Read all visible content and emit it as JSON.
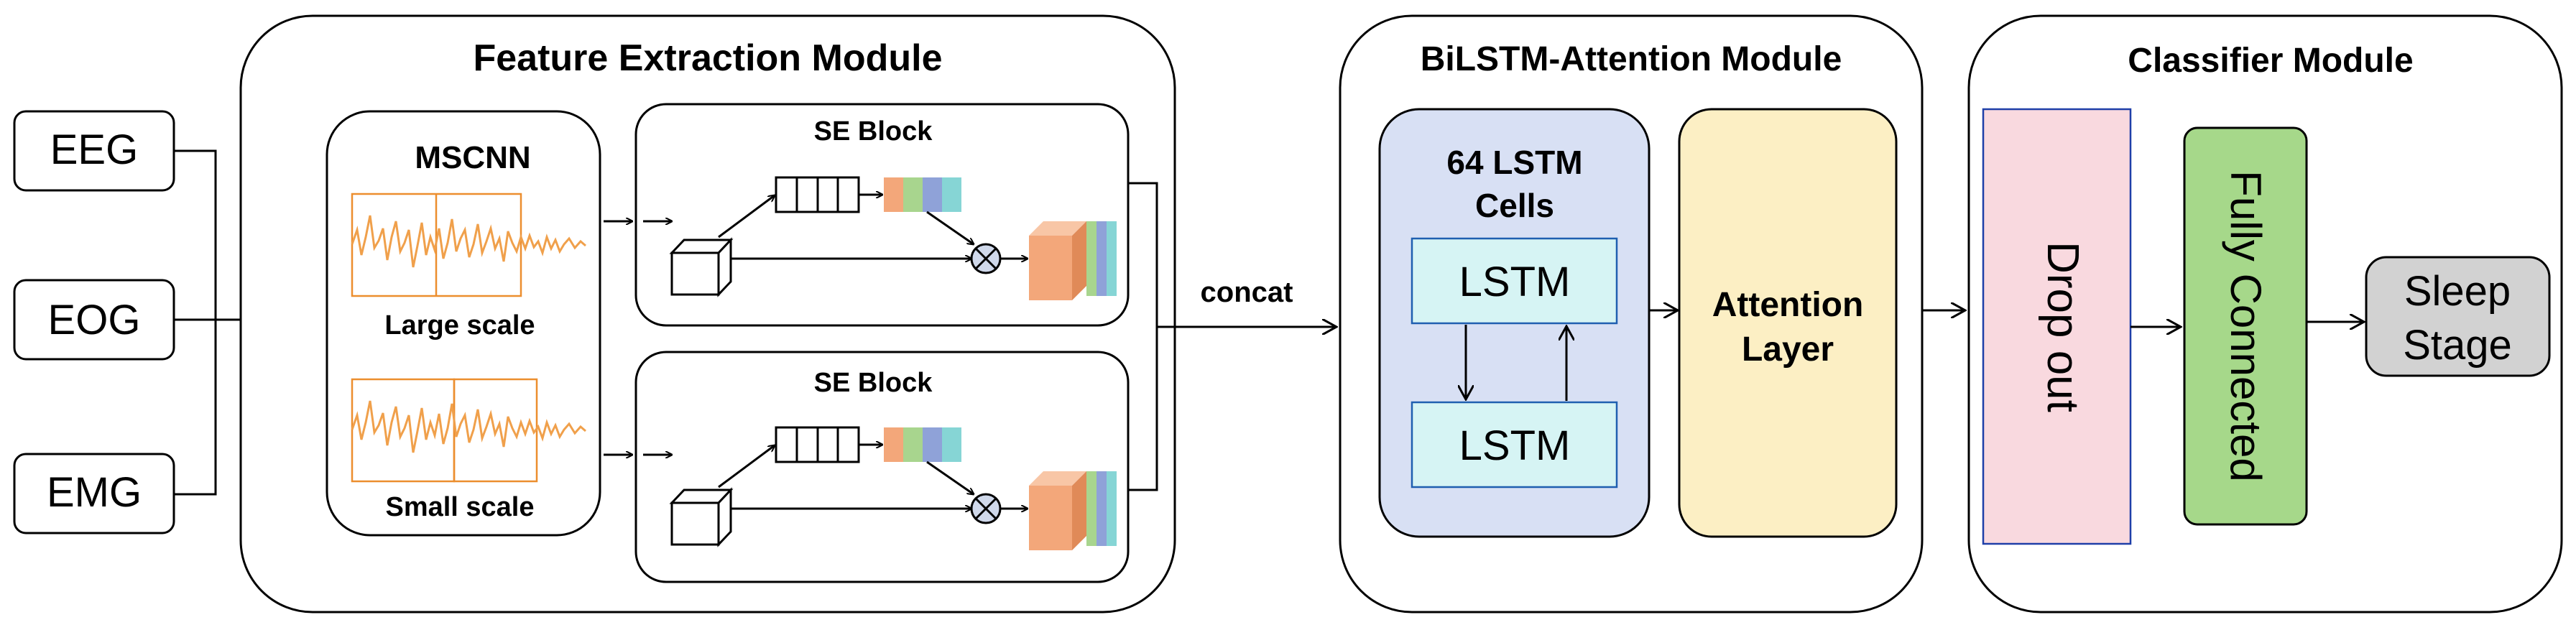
{
  "inputs": [
    "EEG",
    "EOG",
    "EMG"
  ],
  "modules": {
    "feature_extraction": {
      "title": "Feature Extraction Module",
      "mscnn": {
        "title": "MSCNN",
        "large_label": "Large scale",
        "small_label": "Small scale"
      },
      "se_block_top": "SE Block",
      "se_block_bottom": "SE Block"
    },
    "concat_label": "concat",
    "bilstm": {
      "title": "BiLSTM-Attention Module",
      "cells_title_line1": "64 LSTM",
      "cells_title_line2": "Cells",
      "lstm_top": "LSTM",
      "lstm_bottom": "LSTM",
      "attention_line1": "Attention",
      "attention_line2": "Layer"
    },
    "classifier": {
      "title": "Classifier Module",
      "dropout": "Drop out",
      "fully_connected": "Fully Connected",
      "output_line1": "Sleep",
      "output_line2": "Stage"
    }
  },
  "colors": {
    "mscnn_signal": "#f0a04b",
    "lstm_cells_bg": "#d8e0f4",
    "lstm_box_bg": "#d6f4f4",
    "attention_bg": "#fcefc4",
    "dropout_bg": "#f9d9df",
    "fc_bg": "#a6d88a",
    "output_bg": "#d2d2d2",
    "se_vector": [
      "#f3a77a",
      "#a8d58e",
      "#8fa2d8",
      "#86d5d5"
    ]
  }
}
